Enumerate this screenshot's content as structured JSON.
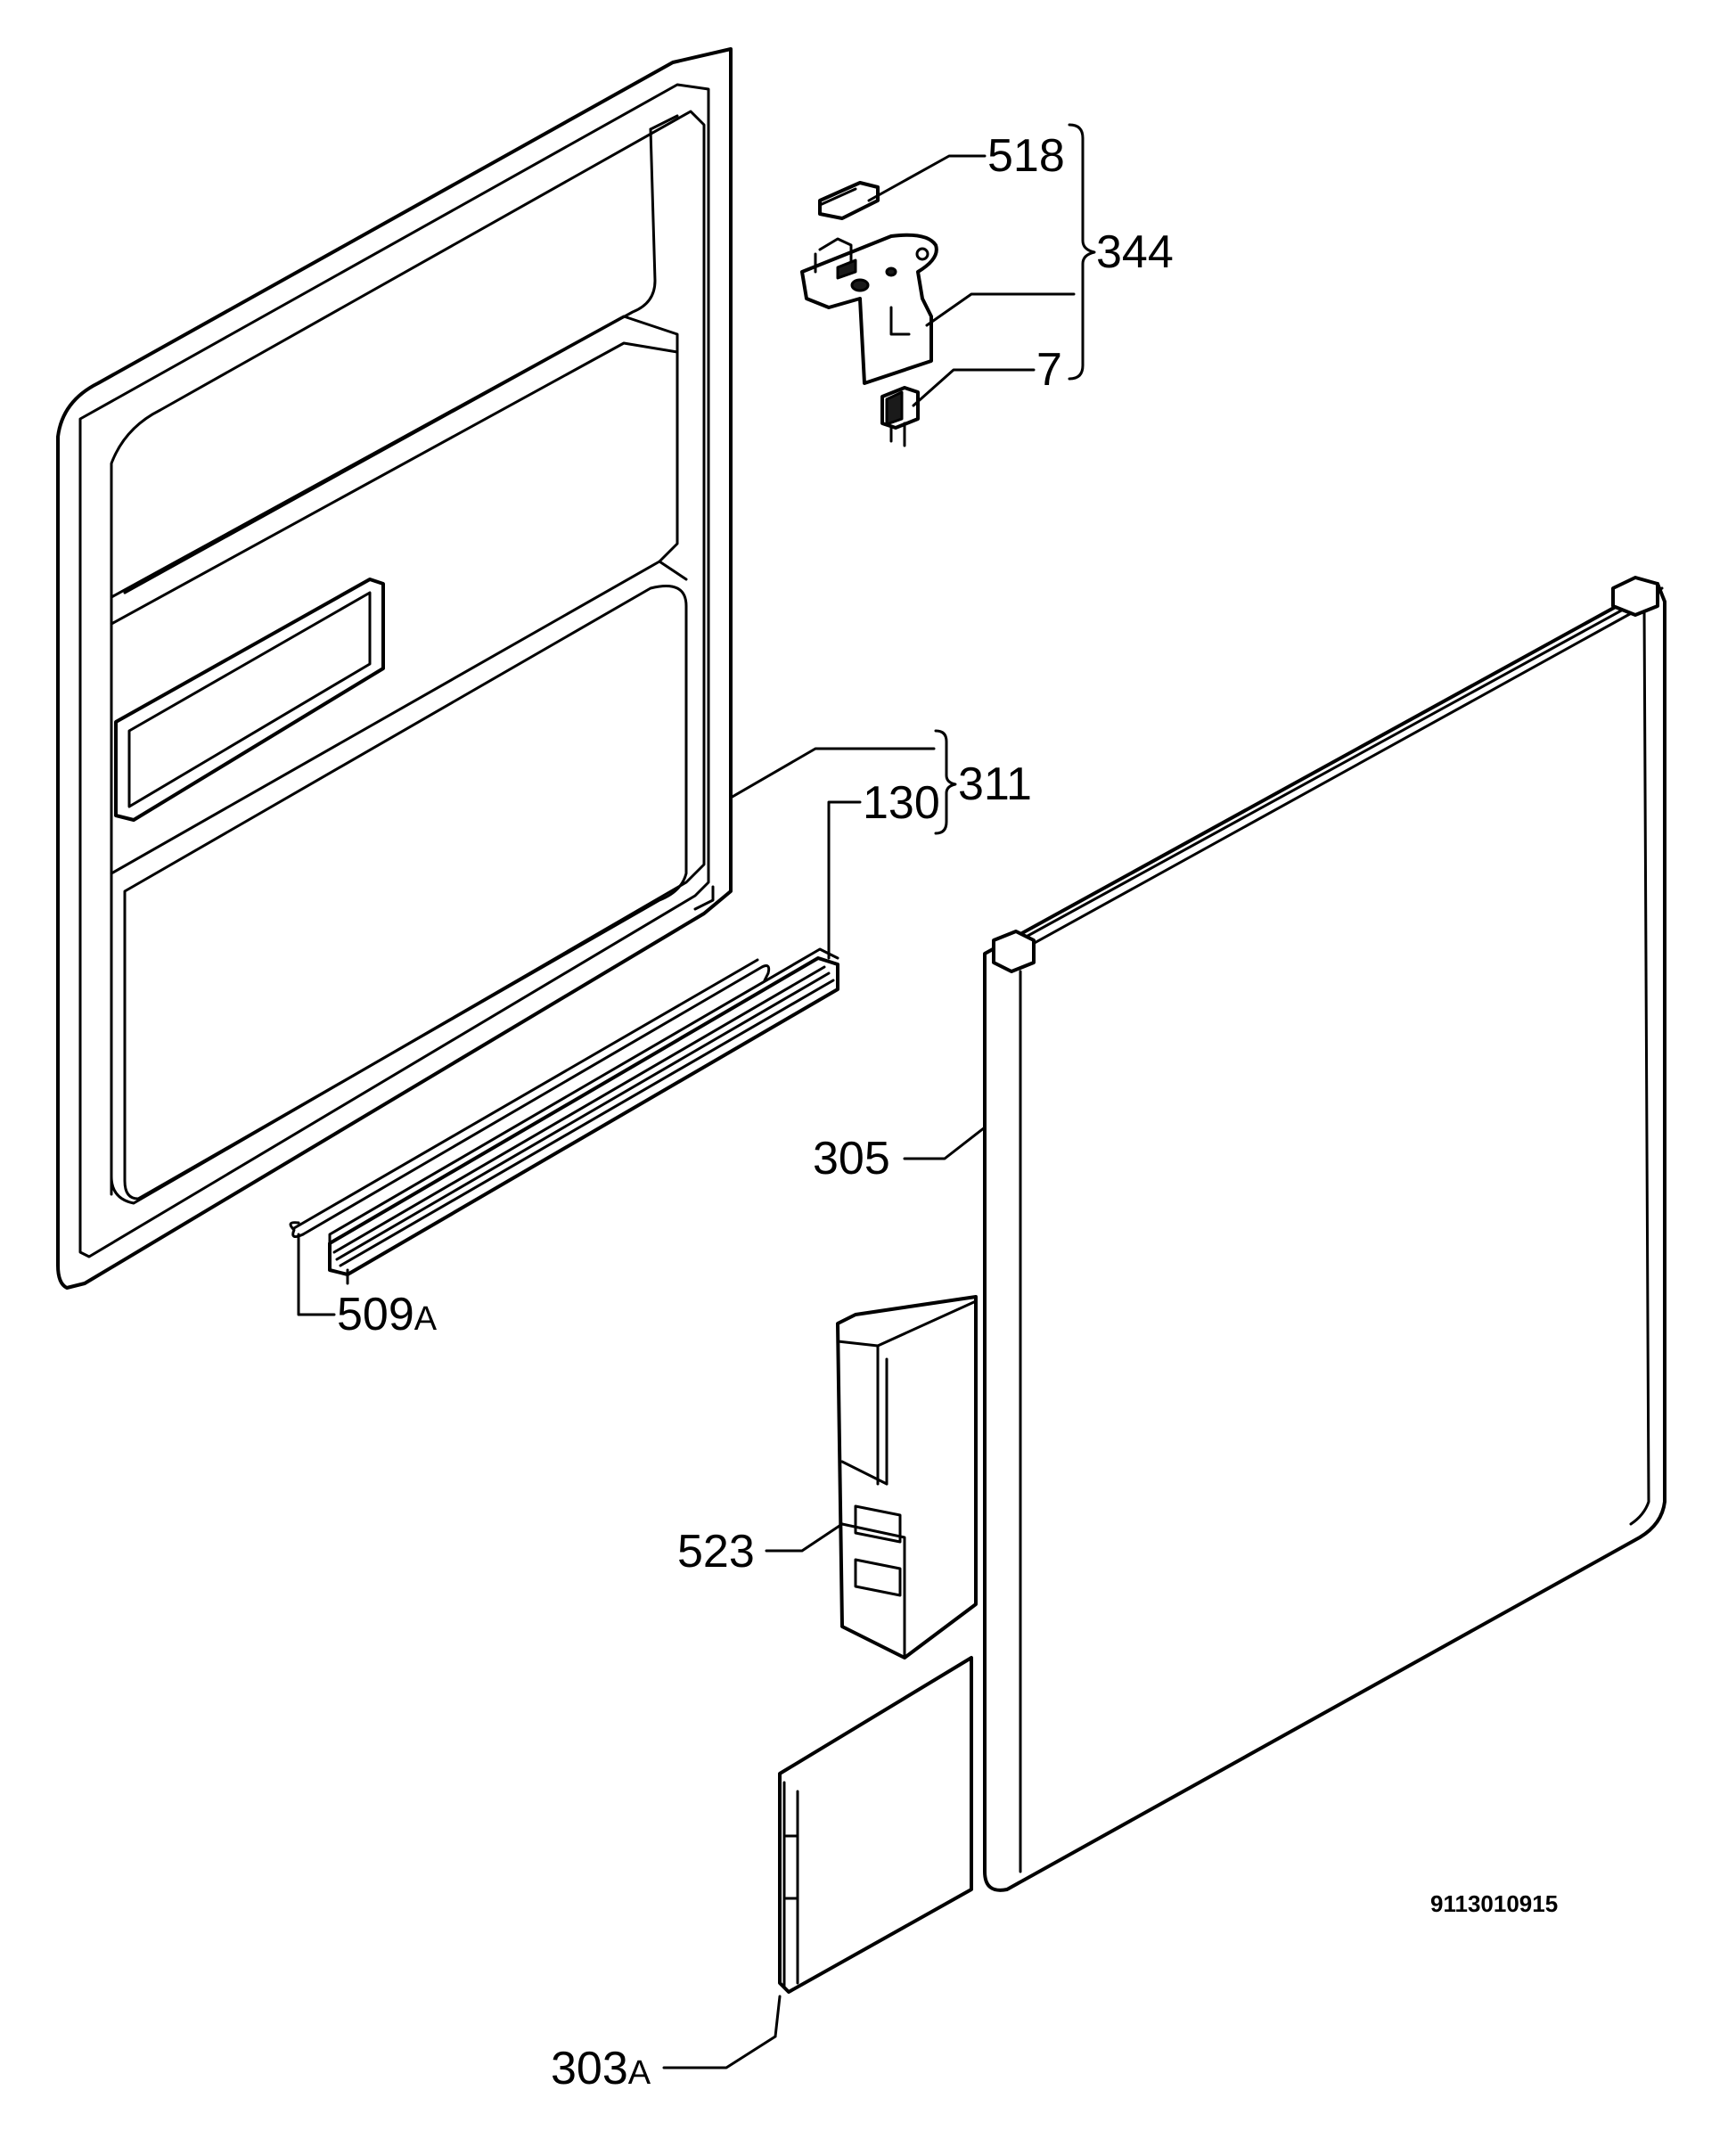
{
  "callouts": {
    "c518": "518",
    "c344": "344",
    "c7": "7",
    "c311": "311",
    "c130": "130",
    "c305": "305",
    "c509": "509",
    "c509_suffix": "A",
    "c523": "523",
    "c303": "303",
    "c303_suffix": "A"
  },
  "drawing_number": "9113010915",
  "colors": {
    "line": "#000000",
    "background": "#ffffff"
  }
}
